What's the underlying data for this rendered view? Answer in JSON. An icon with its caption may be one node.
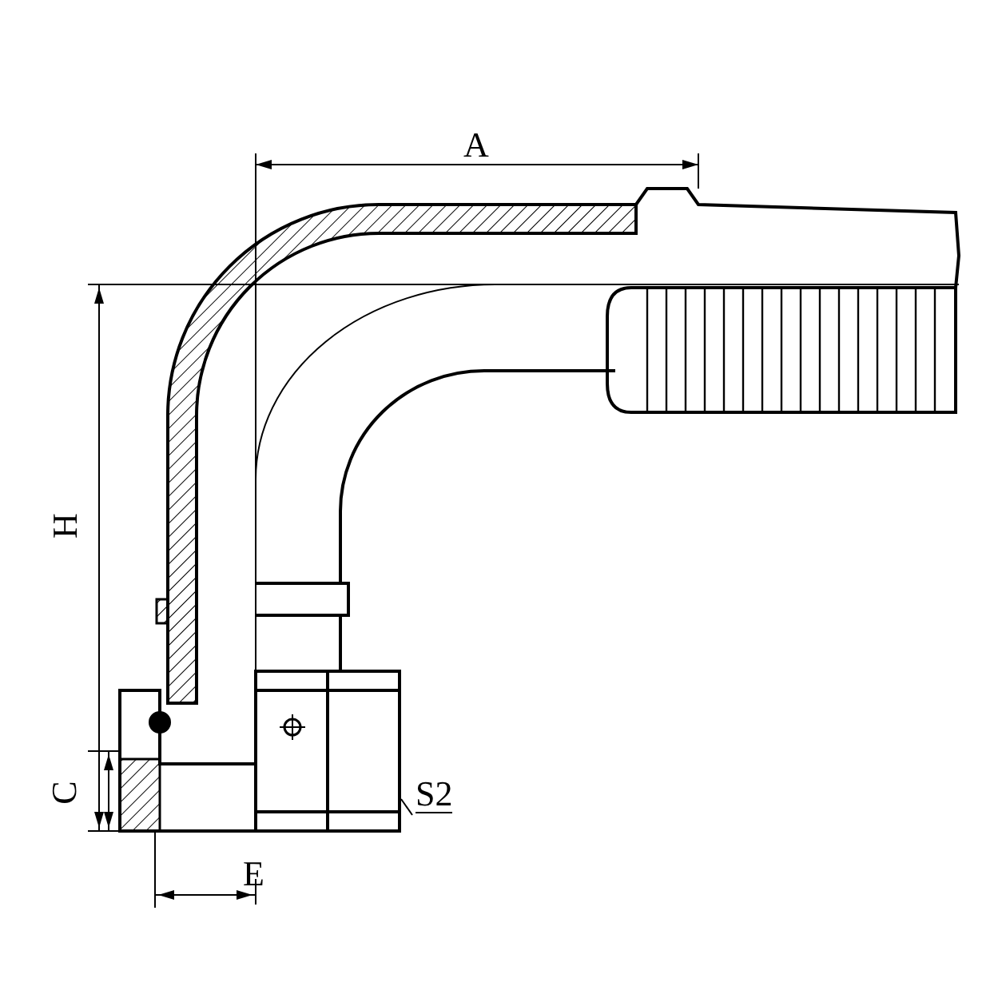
{
  "diagram": {
    "nodes": [
      {
        "text": [
          "S2"
        ]
      },
      {
        "text": [],
        "shape": "picture"
      }
    ],
    "edges": [
      {
        "from": 0,
        "to": 1,
        "arrow": "none"
      }
    ],
    "labels": [
      "A",
      "H",
      "C",
      "E"
    ]
  }
}
